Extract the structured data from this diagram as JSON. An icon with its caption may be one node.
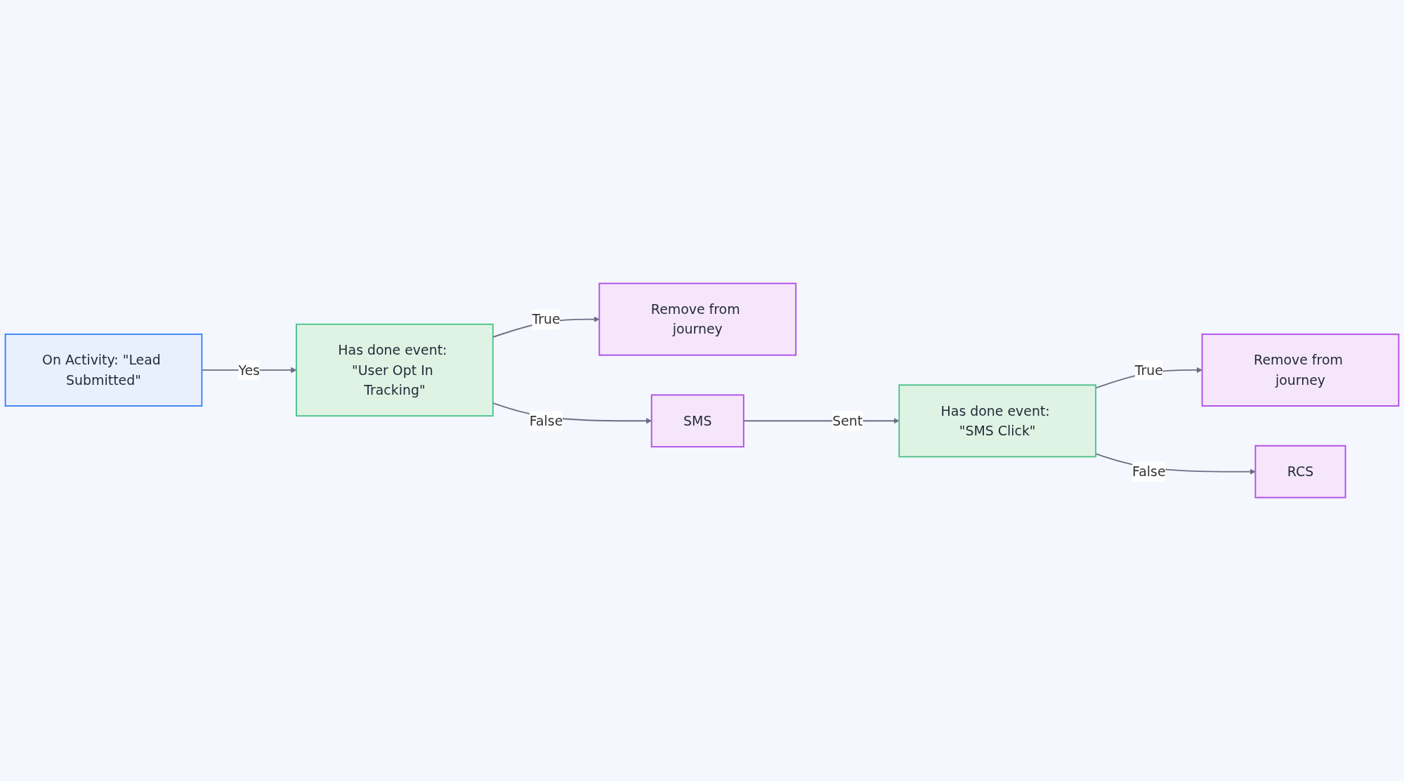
{
  "diagram": {
    "nodes": [
      {
        "text": [
          "On Activity: \"Lead Submitted\""
        ]
      },
      {
        "text": [
          "Has done event: \"User Opt In Tracking\""
        ]
      },
      {
        "text": [
          "Remove from journey"
        ]
      },
      {
        "text": [
          "SMS"
        ]
      },
      {
        "text": [
          "Has done event: \"SMS Click\""
        ]
      },
      {
        "text": [
          "Remove from journey"
        ]
      },
      {
        "text": [
          "RCS"
        ]
      }
    ],
    "edges": [
      {
        "from": 0,
        "to": 1,
        "arrow": "to",
        "label": "Yes"
      },
      {
        "from": 1,
        "to": 2,
        "arrow": "to",
        "label": "True"
      },
      {
        "from": 1,
        "to": 3,
        "arrow": "to",
        "label": "False"
      },
      {
        "from": 3,
        "to": 4,
        "arrow": "to",
        "label": "Sent"
      },
      {
        "from": 4,
        "to": 5,
        "arrow": "to",
        "label": "True"
      },
      {
        "from": 4,
        "to": 6,
        "arrow": "to",
        "label": "False"
      }
    ]
  }
}
